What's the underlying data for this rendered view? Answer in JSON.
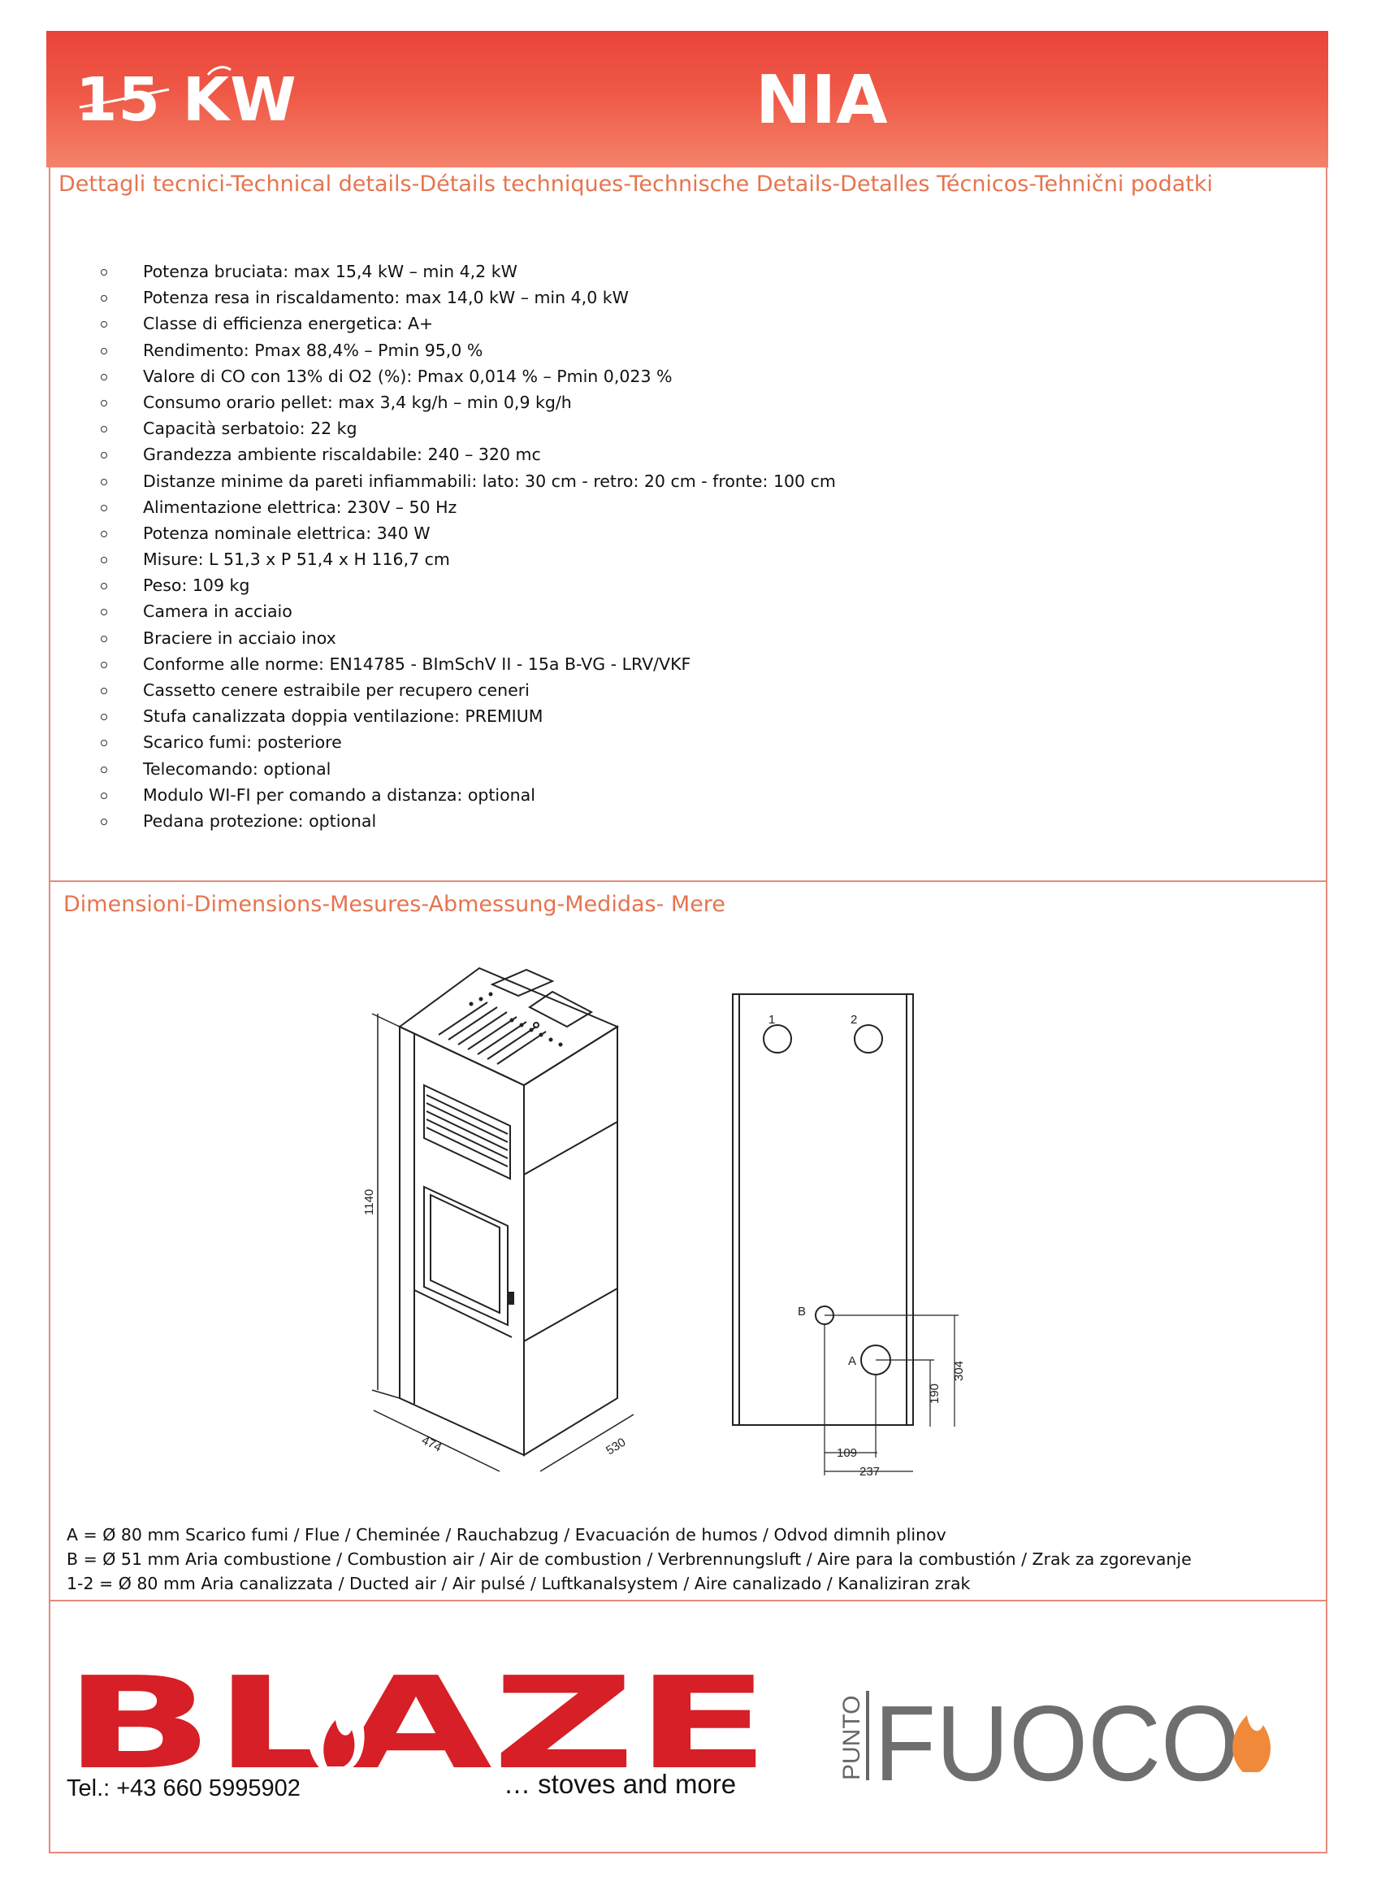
{
  "header": {
    "power": "15 KW",
    "model": "NIA"
  },
  "technical": {
    "title": "Dettagli tecnici-Technical details-Détails techniques-Technische Details-Detalles Técnicos-Tehnični podatki",
    "items": [
      "Potenza bruciata: max 15,4 kW – min 4,2 kW",
      "Potenza resa in riscaldamento: max 14,0 kW – min 4,0 kW",
      "Classe di efficienza energetica: A+",
      "Rendimento: Pmax 88,4% – Pmin 95,0 %",
      "Valore di CO con 13% di O2 (%): Pmax 0,014 % – Pmin 0,023 %",
      "Consumo orario pellet: max 3,4 kg/h – min 0,9 kg/h",
      "Capacità serbatoio: 22 kg",
      "Grandezza ambiente riscaldabile: 240 – 320 mc",
      "Distanze minime da pareti infiammabili: lato: 30 cm - retro: 20 cm - fronte: 100 cm",
      "Alimentazione elettrica: 230V – 50 Hz",
      "Potenza nominale elettrica: 340 W",
      "Misure: L 51,3 x P 51,4 x H 116,7 cm",
      "Peso: 109 kg",
      "Camera in acciaio",
      "Braciere in acciaio inox",
      "Conforme alle norme: EN14785 - BImSchV II - 15a B-VG - LRV/VKF",
      "Cassetto cenere estraibile per recupero ceneri",
      "Stufa canalizzata doppia ventilazione: PREMIUM",
      "Scarico fumi: posteriore",
      "Telecomando: optional",
      "Modulo WI-FI per comando a distanza: optional",
      "Pedana protezione: optional"
    ]
  },
  "dimensions": {
    "title": "Dimensioni-Dimensions-Mesures-Abmessung-Medidas- Mere",
    "height": "1140",
    "width": "474",
    "depth": "530",
    "labels": {
      "outlet1": "1",
      "outlet2": "2",
      "outlet_b": "B",
      "outlet_a": "A",
      "dim_190": "190",
      "dim_304": "304",
      "dim_109": "109",
      "dim_237": "237"
    }
  },
  "legend": [
    "A = Ø 80 mm Scarico fumi / Flue / Cheminée / Rauchabzug / Evacuación de humos / Odvod dimnih plinov",
    "B = Ø 51 mm Aria combustione / Combustion air / Air de combustion / Verbrennungsluft / Aire para la combustión / Zrak za zgorevanje",
    "1-2 = Ø 80 mm Aria canalizzata / Ducted air / Air pulsé / Luftkanalsystem / Aire canalizado / Kanaliziran zrak"
  ],
  "footer": {
    "brand": "BLAZE",
    "tel": "Tel.: +43 660 5995902",
    "slogan": "… stoves and more",
    "partner_prefix": "PUNTO",
    "partner": "FUOCO"
  },
  "colors": {
    "header_red": "#e8443a",
    "section_title": "#e6744f",
    "blaze_red": "#d61f26"
  }
}
